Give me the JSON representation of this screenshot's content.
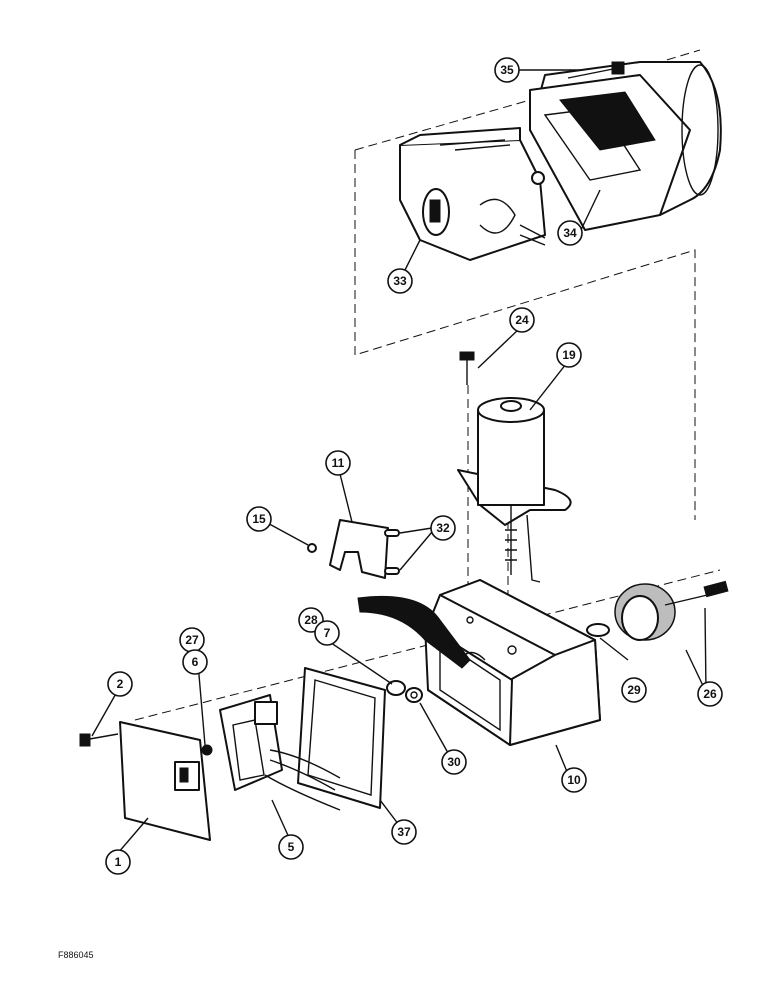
{
  "figure": {
    "code": "F886045",
    "callouts": [
      "35",
      "34",
      "33",
      "24",
      "19",
      "11",
      "15",
      "32",
      "28",
      "7",
      "27",
      "6",
      "2",
      "1",
      "5",
      "37",
      "30",
      "10",
      "29",
      "26"
    ]
  }
}
